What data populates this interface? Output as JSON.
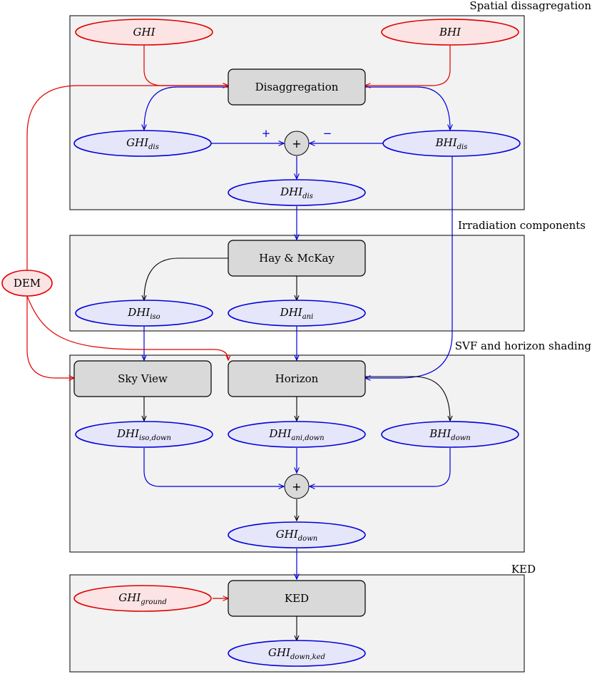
{
  "groups": {
    "spatial": "Spatial dissagregation",
    "irradiation": "Irradiation components",
    "svf": "SVF and horizon shading",
    "ked": "KED"
  },
  "processes": {
    "disaggregation": "Disaggregation",
    "hay_mckay": "Hay & McKay",
    "sky_view": "Sky View",
    "horizon": "Horizon",
    "ked": "KED"
  },
  "variables": {
    "ghi": {
      "base": "GHI",
      "sub": ""
    },
    "bhi": {
      "base": "BHI",
      "sub": ""
    },
    "ghi_dis": {
      "base": "GHI",
      "sub": "dis"
    },
    "bhi_dis": {
      "base": "BHI",
      "sub": "dis"
    },
    "dhi_dis": {
      "base": "DHI",
      "sub": "dis"
    },
    "dhi_iso": {
      "base": "DHI",
      "sub": "iso"
    },
    "dhi_ani": {
      "base": "DHI",
      "sub": "ani"
    },
    "dhi_iso_down": {
      "base": "DHI",
      "sub": "iso,down"
    },
    "dhi_ani_down": {
      "base": "DHI",
      "sub": "ani,down"
    },
    "bhi_down": {
      "base": "BHI",
      "sub": "down"
    },
    "ghi_down": {
      "base": "GHI",
      "sub": "down"
    },
    "ghi_ground": {
      "base": "GHI",
      "sub": "ground"
    },
    "ghi_down_ked": {
      "base": "GHI",
      "sub": "down,ked"
    }
  },
  "dem": "DEM",
  "sum_symbol": "+",
  "signs": {
    "plus": "+",
    "minus": "−"
  },
  "colors": {
    "input_red": "#e00000",
    "input_fill": "#fde4e4",
    "derived_blue": "#0000dd",
    "derived_fill": "#e6e6fb",
    "process_fill": "#d9d9d9",
    "group_fill": "#f2f2f2"
  }
}
